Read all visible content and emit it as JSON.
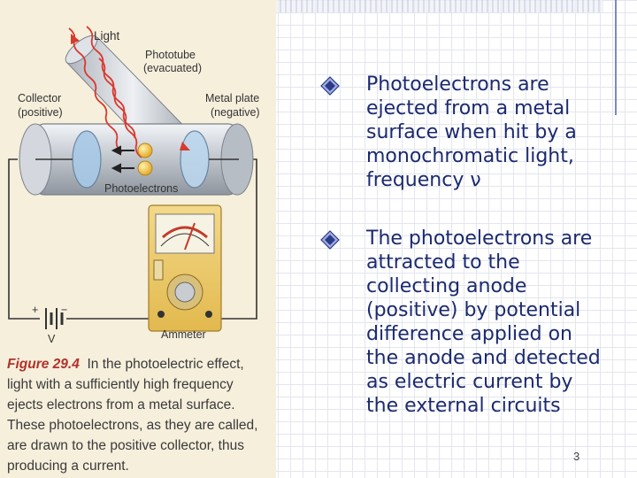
{
  "figure": {
    "labels": {
      "light": "Light",
      "phototube": "Phototube",
      "evacuated": "(evacuated)",
      "collector": "Collector",
      "collector_sign": "(positive)",
      "metal_plate": "Metal plate",
      "metal_plate_sign": "(negative)",
      "photoelectrons": "Photoelectrons",
      "ammeter": "Ammeter",
      "battery": "V",
      "plus": "+",
      "minus": "−"
    },
    "caption_number": "Figure 29.4",
    "caption_text": "In the photoelectric effect, light with a sufficiently high frequency ejects electrons from a metal surface. These photoelectrons, as they are called, are drawn to the positive collector, thus producing a current."
  },
  "bullets": [
    {
      "text": "Photoelectrons are ejected from a metal surface when hit by a monochromatic light, frequency  ν"
    },
    {
      "text": "The photoelectrons are attracted to the collecting anode (positive) by potential difference applied on the anode and detected as electric current by the external circuits"
    }
  ],
  "page_number": "3",
  "colors": {
    "bullet_text": "#1c2a6e",
    "figure_bg": "#f6efdc",
    "caption_number": "#b2322a",
    "light_rays": "#d83a2e"
  }
}
